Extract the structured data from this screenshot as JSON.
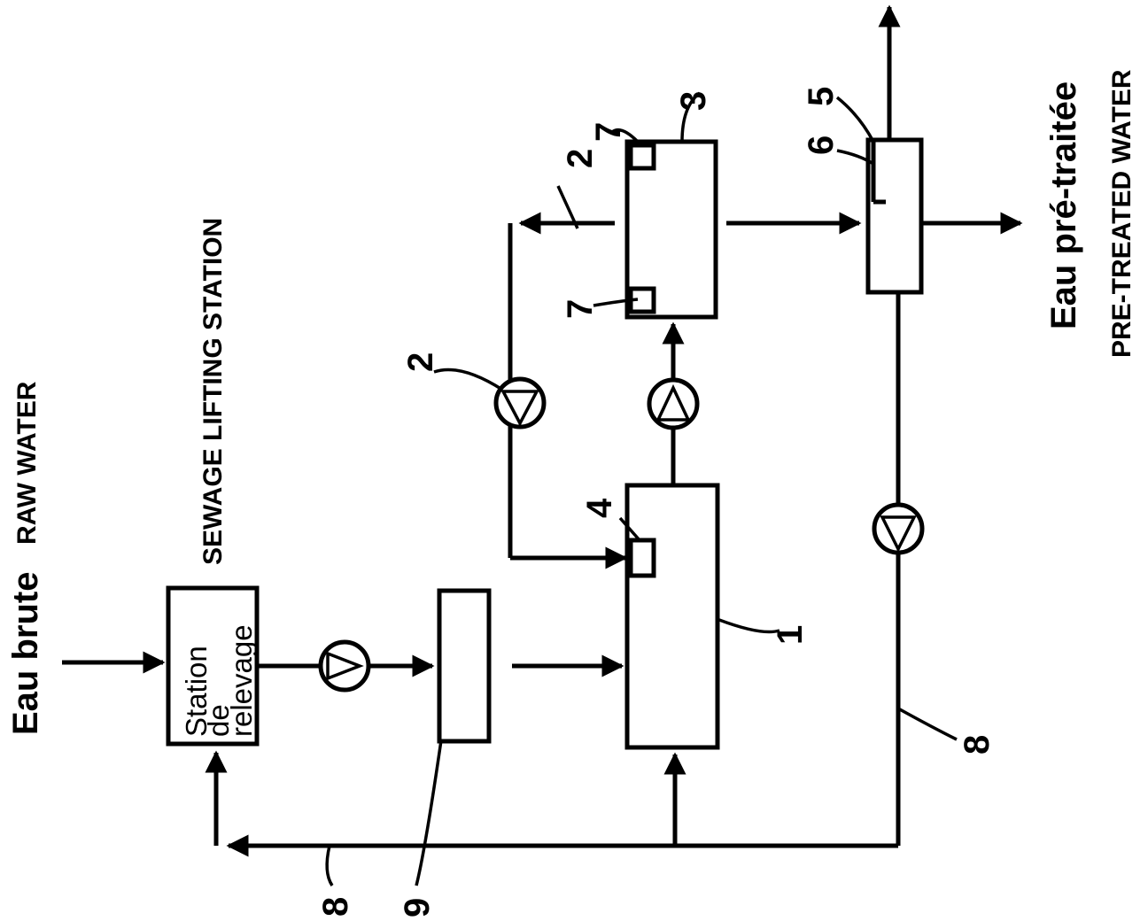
{
  "labels": {
    "raw_water_fr": "Eau brute",
    "raw_water_en": "RAW WATER",
    "lifting_station_en": "SEWAGE LIFTING STATION",
    "lifting_station_line1": "Station",
    "lifting_station_line2": "de",
    "lifting_station_line3": "relevage",
    "pretreated_fr": "Eau pré-traitée",
    "pretreated_en": "PRE-TREATED WATER"
  },
  "refs": {
    "r1": "1",
    "r2a": "2",
    "r2b": "2",
    "r3": "3",
    "r4": "4",
    "r5": "5",
    "r6": "6",
    "r7a": "7",
    "r7b": "7",
    "r8a": "8",
    "r8b": "8",
    "r9": "9"
  }
}
